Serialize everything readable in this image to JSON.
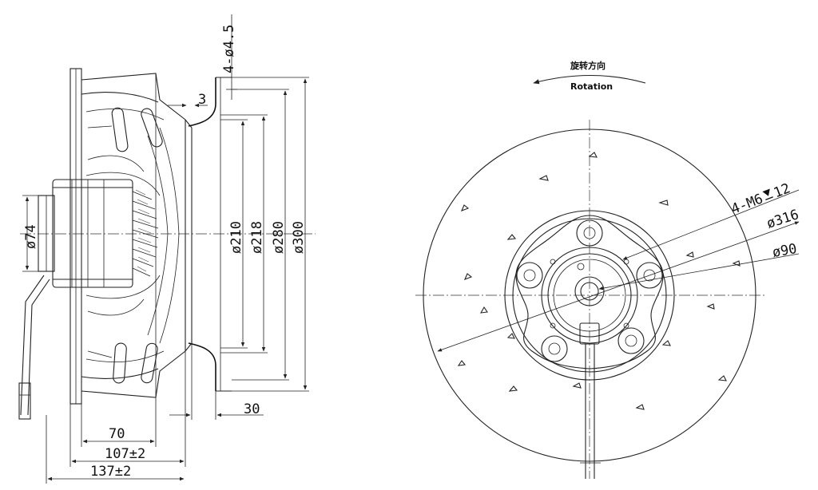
{
  "colors": {
    "line": "#222222",
    "background": "#ffffff"
  },
  "side_view": {
    "dimensions": {
      "hole": "4-ø4.5",
      "flange_gap": "3",
      "dia_210": "ø210",
      "dia_218": "ø218",
      "dia_280": "ø280",
      "dia_300": "ø300",
      "hub": "ø74",
      "depth_30": "30",
      "depth_70": "70",
      "depth_107": "107±2",
      "depth_137": "137±2"
    }
  },
  "front_view": {
    "rotation": {
      "cn": "旋转方向",
      "en": "Rotation"
    },
    "labels": {
      "thread": "4-M6",
      "thread_depth": "12",
      "dia_316": "ø316",
      "dia_90": "ø90"
    }
  }
}
